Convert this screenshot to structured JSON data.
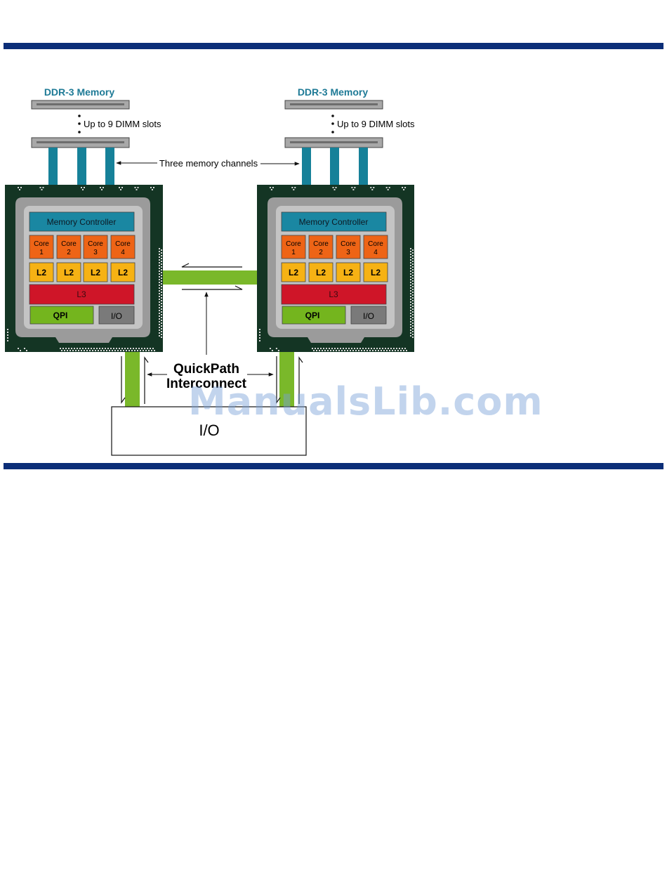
{
  "colors": {
    "rule": "#0c2e78",
    "memory_title": "#1e7a96",
    "channel": "#168199",
    "board": "#143524",
    "socket_outer": "#9b9b9b",
    "socket_inner": "#c4c4c4",
    "memory_controller": "#1a87a2",
    "core": "#ee6416",
    "l2": "#f6b214",
    "l3": "#cf1528",
    "qpi": "#74b51e",
    "io_block": "#7a7a7a",
    "link": "#7ab82a"
  },
  "watermark": "ManualsLib.com",
  "processors": [
    {
      "memory_title": "DDR-3 Memory",
      "dimm_note": "Up to 9 DIMM slots",
      "memory_controller": "Memory Controller",
      "cores": [
        {
          "top": "Core",
          "num": "1"
        },
        {
          "top": "Core",
          "num": "2"
        },
        {
          "top": "Core",
          "num": "3"
        },
        {
          "top": "Core",
          "num": "4"
        }
      ],
      "l2": [
        "L2",
        "L2",
        "L2",
        "L2"
      ],
      "l3": "L3",
      "qpi": "QPI",
      "io": "I/O"
    },
    {
      "memory_title": "DDR-3 Memory",
      "dimm_note": "Up to 9 DIMM slots",
      "memory_controller": "Memory Controller",
      "cores": [
        {
          "top": "Core",
          "num": "1"
        },
        {
          "top": "Core",
          "num": "2"
        },
        {
          "top": "Core",
          "num": "3"
        },
        {
          "top": "Core",
          "num": "4"
        }
      ],
      "l2": [
        "L2",
        "L2",
        "L2",
        "L2"
      ],
      "l3": "L3",
      "qpi": "QPI",
      "io": "I/O"
    }
  ],
  "labels": {
    "channels": "Three memory channels",
    "qpi_line1": "QuickPath",
    "qpi_line2": "Interconnect",
    "io_hub": "I/O"
  }
}
